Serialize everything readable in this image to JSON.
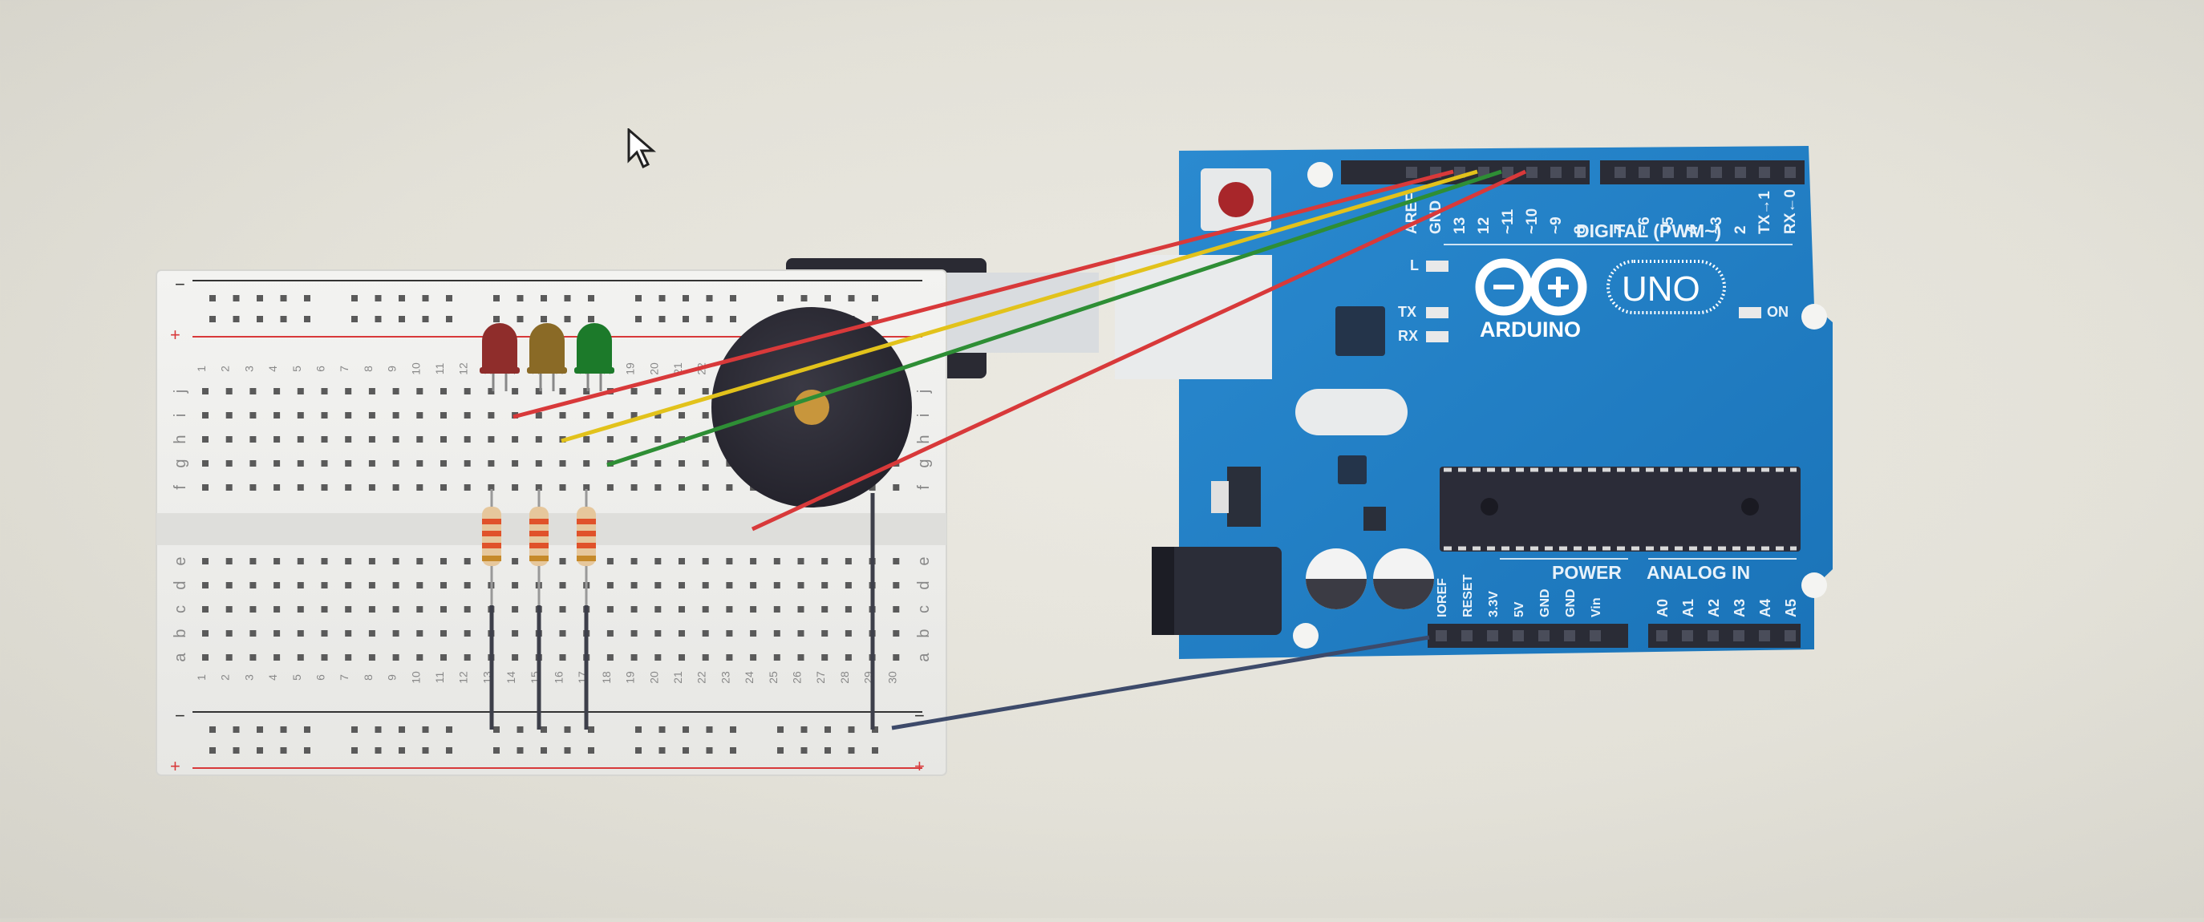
{
  "breadboard": {
    "column_numbers": [
      "1",
      "2",
      "3",
      "4",
      "5",
      "6",
      "7",
      "8",
      "9",
      "10",
      "11",
      "12",
      "13",
      "14",
      "15",
      "16",
      "17",
      "18",
      "19",
      "20",
      "21",
      "22",
      "23",
      "24",
      "25",
      "26",
      "27",
      "28",
      "29",
      "30"
    ],
    "rows_top": [
      "j",
      "i",
      "h",
      "g",
      "f"
    ],
    "rows_bottom": [
      "e",
      "d",
      "c",
      "b",
      "a"
    ],
    "rail_minus": "−",
    "rail_plus": "+"
  },
  "components": {
    "leds": [
      {
        "name": "red-led",
        "color": "#8f2d2b"
      },
      {
        "name": "yellow-led",
        "color": "#8a6a26"
      },
      {
        "name": "green-led",
        "color": "#1c7a2a"
      }
    ],
    "buzzer_color": "#2c2b35",
    "resistor_count": 3
  },
  "arduino": {
    "logo_text": "ARDUINO",
    "model": "UNO",
    "digital_header_label": "DIGITAL (PWM~)",
    "digital_pins": [
      "AREF",
      "GND",
      "13",
      "12",
      "~11",
      "~10",
      "~9",
      "8",
      "7",
      "~6",
      "~5",
      "4",
      "~3",
      "2",
      "TX→1",
      "RX←0"
    ],
    "led_labels": {
      "l": "L",
      "tx": "TX",
      "rx": "RX",
      "on": "ON"
    },
    "power_label": "POWER",
    "power_pins": [
      "IOREF",
      "RESET",
      "3.3V",
      "5V",
      "GND",
      "GND",
      "Vin"
    ],
    "analog_label": "ANALOG IN",
    "analog_pins": [
      "A0",
      "A1",
      "A2",
      "A3",
      "A4",
      "A5"
    ],
    "board_color": "#1f7fc4"
  },
  "wires": [
    {
      "name": "red-wire-led",
      "color": "#d8393a"
    },
    {
      "name": "yellow-wire",
      "color": "#e2c21b"
    },
    {
      "name": "green-wire",
      "color": "#2e8e35"
    },
    {
      "name": "red-wire-buzzer",
      "color": "#d8393a"
    },
    {
      "name": "gnd-wire",
      "color": "#3d4a6a"
    }
  ]
}
